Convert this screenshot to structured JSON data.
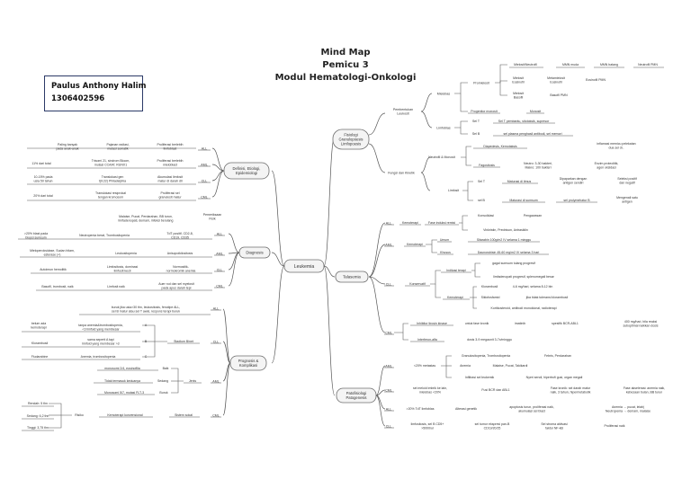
{
  "header": {
    "title1": "Mind Map",
    "title2": "Pemicu 3",
    "title3": "Modul Hematologi-Onkologi"
  },
  "author": {
    "name": "Paulus Anthony Halim",
    "id": "1306402596"
  },
  "center": "Leukemia",
  "branches": {
    "fisiologi": "Fisiologi\nGranulopoesis\nLimfopoesis",
    "talasemia": "Talasemia",
    "patofisiologi": "Patofisiologi\nPatogenesis",
    "definisi": "Definisi, Etiologi,\nEpidemiologi",
    "diagnosis": "Diagnosis",
    "prognosis": "Prognosis &\nKomplikasi"
  },
  "fisiologi": {
    "pembentukan": "Pembentukan\nLeukosit",
    "mielobas": "Mielobas",
    "promielosit": "Promielosit",
    "mielosit_top": "Mielosit/Neutrofil",
    "mmn_muda": "MMN muda",
    "mmn_batang": "MMN batang",
    "neutrofil_pmn": "Neutrofil PMN",
    "mielosit_eos": "Mielosit\nEosinofil",
    "metamielosit_eos": "Metamielosit\nEosinofil",
    "eosinofil_pmn": "Eosinofil PMN",
    "mielosit_bas": "Mielosit\nBasofil",
    "basofil_pmn": "Basofil PMN",
    "progenitor": "Progenitor monosit",
    "monosit": "Monosit",
    "limfoblas": "Limfoblas",
    "sel_t": "Sel T",
    "sel_t_desc": "Sel T pembantu, sitotoksik, supresor",
    "sel_b": "Sel B",
    "sel_b_desc": "sel plasma penghasil antibodi, sel memori",
    "fungsi": "Fungsi dan Kinetik",
    "neut_mono": "Neutrofil & Monosit",
    "diapedesis": "Diapedesis, Kemotaksis",
    "inflamasi": "inflamasi memicu pelekatan\ndua sel di..",
    "fagositosis": "Fagositosis",
    "neutro_val": "Neutro: 3-30 bakteri,\nMakro: 100 bakteri",
    "enzim": "Enzim proteolitik,\nagen oksidasi",
    "limfosit": "Limfosit",
    "sel_t2": "Sel T",
    "maturasi_timus": "Maturasi di timus",
    "dipaparkan": "Dipaparkan dengan\nantigen sendiri",
    "seleksi": "Seleksi positif\ndan negatif",
    "sel_b2": "sel B",
    "maturasi_sumsum": "Maturasi di sumsum",
    "sel_prolim": "sel prolymehatur B",
    "mengenali": "Mengenali satu\nantigen"
  },
  "talasemia": {
    "all": "ALL",
    "kemoterapi": "Kemoterapi",
    "fase_induksi": "Fase induksi remisi",
    "konsolidasi": "Konsolidasi",
    "pengawasan": "Pengawasan",
    "vinkristin": "Vinkristin, Prednison, Antrasiklin",
    "aml": "AML",
    "kemoterapi2": "Kemoterapi",
    "umum": "Umum",
    "sitarabin": "Sitarabin 100g/m2 IV selama 1 minggu",
    "khusus": "Khusus",
    "daunorubisin": "Daunorubisin 45-60 mg/m2 IV selama 3 hari",
    "cll": "CLL",
    "konservatif": "Konservatif",
    "indikasi": "Indikasi terapi",
    "gagal": "gagal sumsum tulang progresif",
    "limfadenopati": "limfadenopati progresif, splenomegali besar",
    "kemoterapi3": "Kemoterapi",
    "klorambusil": "Klorambusil",
    "klorambusil_dose": "4-6 mg/hari, selama 8-12 bln",
    "siklofosfamid": "Siklofosfamid",
    "siklo_note": "jika tidak toleransi klorambusil",
    "kortikosteroid": "Kortikosteroid, antibodi monoklonal, radioterapi",
    "cml": "CML",
    "inhibitor": "Inhibitor tirosin kinase",
    "untuk_fase": "untuk fase kronik",
    "imatinib": "imatinib",
    "spesifik": "spesifik BCR-ABL1",
    "dosis_imatinib": "400 mg/hari, bila reaksi\nsuboptimal naikkan dosis",
    "interferon": "Interferon-alfa",
    "dosis_ifn": "dosis 3-9 megaunit 3-7x/minggu"
  },
  "patofisiologi": {
    "aml": "AML",
    "metastasis": "<20% metastas",
    "granulositopenia": "Granulositopenia, Trombositopenia",
    "febris": "Febris, Perdarahan",
    "anemia": "Anemia",
    "malaise": "Malaise, Pucat, Takikardi",
    "infiltrasi": "Infiltrasi sel leukemik",
    "nyeri": "Nyeri sendi, hipertrofi gusi, organ megali",
    "cml": "CML",
    "sel_meloid": "sel meloid imbrik ke lain,\nmielobas <20%",
    "fusi_bcr": "Fusi BCR dan ABL1",
    "fase_kronik": "Fase kronik: sel darah matur\nnaik, 3 tahun, hipermetabolik",
    "fase_akselerasi": "Fase akselerasi: anemia naik,\nkebesaan bulan, BB turun",
    "all": "ALL",
    "tdt": ">20% TdT limfoblas",
    "alterasi": "Alterasi genetik",
    "apoptosis": "apoptosis turun, proliferasi naik,\nakumulasi sel blast",
    "anemia_pucat": "Anemia → pucat, lelah|\nNeutropenia → demam, malaise",
    "cll": "CLL",
    "limfositosis": "limfositosis, sel B CD5+\n>5000/ul",
    "sel_tumor": "sel tumor ekspresi pan-B\nCD19/20/25",
    "sel_stroma": "Sel stroma aktivasi\nfaktor NF-kB",
    "proliferasi": "Proliferasi naik"
  },
  "definisi": {
    "all": "ALL",
    "aml": "AML",
    "cll": "CLL",
    "cml": "CML",
    "all_epi": "Paling banyak\npada anak-anak",
    "all_etio": "Pajanan radiasi,\nmutasi somatik",
    "all_def": "Proliferasi berlebih\nlimfoblast",
    "aml_epi": "11% dari total",
    "aml_etio": "Trisomi 21, sindrom Bloom,\nmutasi CCAAT, RUNX1",
    "aml_def": "Proliferasi berlebih\nmieloblast",
    "cll_epi": "10-15% pada\nusia 50 tahun",
    "cll_etio": "Translokasi gen\nt(9;22) Philadelphia",
    "cll_def": "Akumulasi limfosit\nmatur di darah dll",
    "cml_epi": "20% dari total",
    "cml_etio": "Translokasi resiprokal\ntengan kromosom",
    "cml_def": "Proliferasi sel\ngranulosit matur"
  },
  "diagnosis": {
    "all": "ALL",
    "pemeriksaan": "Pemeriksaan\nFisik",
    "all_fisik": "Malaise, Pucat, Perdarahan, BB turun,\nlimfadenopati, demam, infeksi berulang",
    "all_blast": ">20% blast pada\nbiopsi sumsum",
    "neutropenia": "Neutropenia berat, Trombositopenia",
    "tdt": "TdT positif, CD2-8,\nCD19, CD35",
    "aml": "AML",
    "mielo": "Mieloperoksidase, Sudan hitam,\nesterase (+)",
    "leukositopenia": "Leukositopenia",
    "anisopoikilositosis": "Anisopoikilositosis",
    "cll": "CLL",
    "autoimun": "Autoimun hemolitik",
    "limfositosis": "Limfositosis, dominasi\nlimfosit kecil",
    "normositik": "Normositik-\nnormokromik anemia",
    "cml": "CML",
    "basofil": "Basofil, trombosit, naik",
    "limfosit_naik": "Limfosit naik",
    "auer": "Auer rod dan sel myelosit\npada apus darah tepi"
  },
  "prognosis": {
    "all": "ALL",
    "all_desc": "buruk jika usia>30 thn, leukositosis, fenotipe ALL,\nsel B matur atau sel T awal, respons terapi buruk",
    "cll": "CLL",
    "stadium": "Stadium Binet",
    "binet_a": "A",
    "binet_b": "B",
    "binet_c": "C",
    "a_desc": "tanpa anemia&trombositopenia,\n<3 limfoid yang membesar",
    "b_desc": "sama seperti A tapi\nlimfoid yang membesar >3",
    "c_desc": "Anemia, trombositopenia",
    "belum": "belum ada\nkemoterapi",
    "klorambusil": "Klorambusil",
    "fludarabine": "Fludarabine",
    "aml": "AML",
    "jenis": "Jenis",
    "baik": "Baik",
    "monosomi": "monosomi 2/4, eosinofilia",
    "sedang": "Sedang",
    "tidak_termasuk": "Tidak termasuk keduanya",
    "buruk": "Buruk",
    "monosomi57": "Monosomi 5/7, mutasi FLT-3",
    "cml": "CML",
    "sistem": "Sistem sokal",
    "kemoterapi": "Kemoterapi konvensional",
    "risiko": "Risiko",
    "rendah": "Rendah: 5 thn",
    "sedang_thn": "Sedang: 6,2 thn",
    "tinggi": "Tinggi: 3,75 thn"
  },
  "colors": {
    "line": "#555555",
    "box_stroke": "#6e6e6e",
    "box_fill": "#f4f4f4",
    "namebox": "#2b3a67"
  }
}
